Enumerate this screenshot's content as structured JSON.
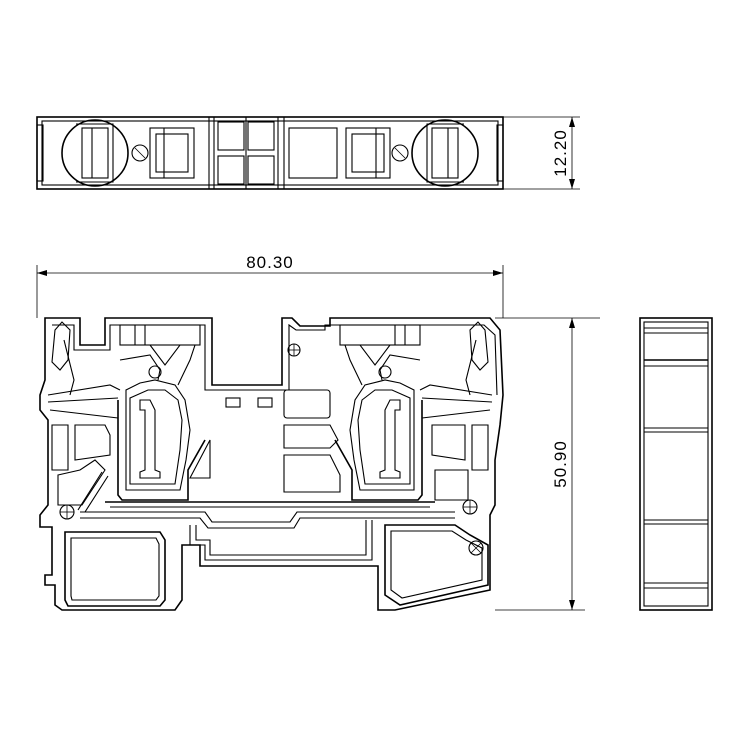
{
  "dimensions": {
    "top_height": "12.20",
    "width": "80.30",
    "side_height": "50.90"
  }
}
